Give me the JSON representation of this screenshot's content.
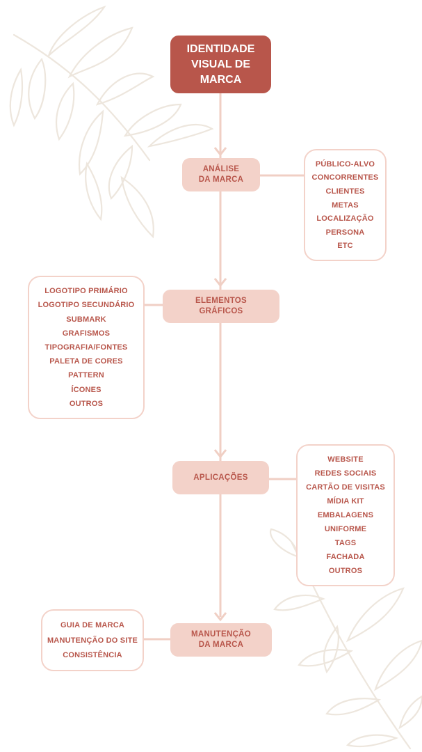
{
  "colors": {
    "accent": "#b8564b",
    "node_fill": "#f3d2c9",
    "connector": "#f0cfc4",
    "leaf_decor": "#ede6dd"
  },
  "root": {
    "lines": [
      "IDENTIDADE",
      "VISUAL DE",
      "MARCA"
    ]
  },
  "nodes": [
    {
      "lines": [
        "ANÁLISE",
        "DA MARCA"
      ],
      "items": [
        "PÚBLICO-ALVO",
        "CONCORRENTES",
        "CLIENTES",
        "METAS",
        "LOCALIZAÇÃO",
        "PERSONA",
        "ETC"
      ]
    },
    {
      "lines": [
        "ELEMENTOS",
        "GRÁFICOS"
      ],
      "items": [
        "LOGOTIPO PRIMÁRIO",
        "LOGOTIPO SECUNDÁRIO",
        "SUBMARK",
        "GRAFISMOS",
        "TIPOGRAFIA/FONTES",
        "PALETA DE CORES",
        "PATTERN",
        "ÍCONES",
        "OUTROS"
      ]
    },
    {
      "lines": [
        "APLICAÇÕES"
      ],
      "items": [
        "WEBSITE",
        "REDES SOCIAIS",
        "CARTÃO DE VISITAS",
        "MÍDIA KIT",
        "EMBALAGENS",
        "UNIFORME",
        "TAGS",
        "FACHADA",
        "OUTROS"
      ]
    },
    {
      "lines": [
        "MANUTENÇÃO",
        "DA MARCA"
      ],
      "items": [
        "GUIA DE MARCA",
        "MANUTENÇÃO DO SITE",
        "CONSISTÊNCIA"
      ]
    }
  ]
}
